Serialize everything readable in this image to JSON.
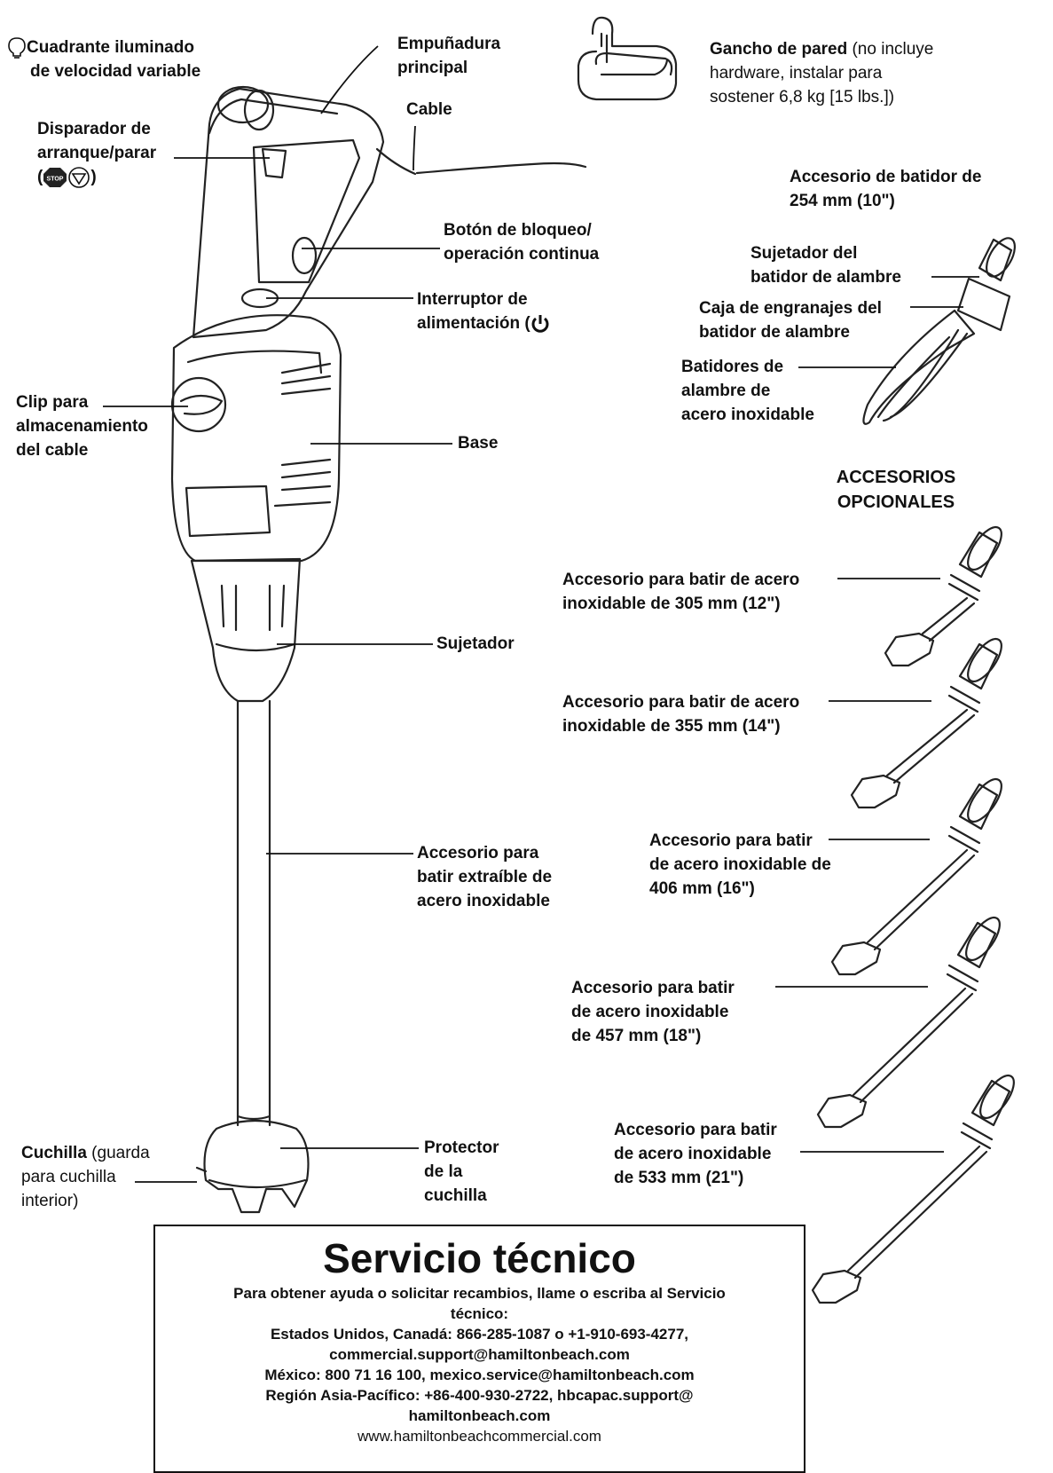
{
  "labels": {
    "cuadrante_line1": "Cuadrante iluminado",
    "cuadrante_line2": "de velocidad variable",
    "empunadura_line1": "Empuñadura",
    "empunadura_line2": "principal",
    "cable": "Cable",
    "disparador_line1": "Disparador de",
    "disparador_line2": "arranque/parar",
    "disparador_stop_text": "STOP",
    "boton_line1": "Botón de bloqueo/",
    "boton_line2": "operación continua",
    "interruptor_line1": "Interruptor de",
    "interruptor_line2": "alimentación (",
    "clip_line1": "Clip para",
    "clip_line2": "almacenamiento",
    "clip_line3": "del cable",
    "base": "Base",
    "sujetador": "Sujetador",
    "accesorio_line1": "Accesorio para",
    "accesorio_line2": "batir extraíble de",
    "accesorio_line3": "acero inoxidable",
    "cuchilla_bold": "Cuchilla",
    "cuchilla_rest1": " (guarda",
    "cuchilla_line2": "para cuchilla",
    "cuchilla_line3": "interior)",
    "protector_line1": "Protector",
    "protector_line2": "de la",
    "protector_line3": "cuchilla",
    "gancho_bold": "Gancho de pared",
    "gancho_rest1": " (no incluye",
    "gancho_line2": "hardware, instalar para",
    "gancho_line3": "sostener 6,8 kg [15 lbs.])",
    "batidor_line1": "Accesorio de batidor de",
    "batidor_line2": "254 mm (10\")",
    "sujetador_batidor_line1": "Sujetador del",
    "sujetador_batidor_line2": "batidor de alambre",
    "caja_line1": "Caja de engranajes del",
    "caja_line2": "batidor de alambre",
    "batidores_line1": "Batidores de",
    "batidores_line2": "alambre de",
    "batidores_line3": "acero inoxidable",
    "accesorios_line1": "ACCESORIOS",
    "accesorios_line2": "OPCIONALES",
    "acc305_line1": "Accesorio para batir de acero",
    "acc305_line2": "inoxidable de 305 mm (12\")",
    "acc355_line1": "Accesorio para batir de acero",
    "acc355_line2": "inoxidable de 355 mm (14\")",
    "acc406_line1": "Accesorio para batir",
    "acc406_line2": "de acero inoxidable de",
    "acc406_line3": "406 mm (16\")",
    "acc457_line1": "Accesorio para batir",
    "acc457_line2": "de acero inoxidable",
    "acc457_line3": "de 457 mm (18\")",
    "acc533_line1": "Accesorio para batir",
    "acc533_line2": "de acero inoxidable",
    "acc533_line3": "de 533 mm (21\")"
  },
  "service": {
    "title": "Servicio técnico",
    "line1": "Para obtener ayuda o solicitar recambios, llame o escriba al Servicio",
    "line2": "técnico:",
    "line3": "Estados Unidos, Canadá: 866-285-1087 o +1-910-693-4277,",
    "line4": "commercial.support@hamiltonbeach.com",
    "line5": "México: 800 71 16 100, mexico.service@hamiltonbeach.com",
    "line6": "Región Asia-Pacífico: +86-400-930-2722, hbcapac.support@",
    "line7": "hamiltonbeach.com",
    "web": "www.hamiltonbeachcommercial.com"
  },
  "icons": [
    "light-bulb-icon",
    "stop-icon",
    "triangle-stop-icon",
    "power-icon"
  ]
}
